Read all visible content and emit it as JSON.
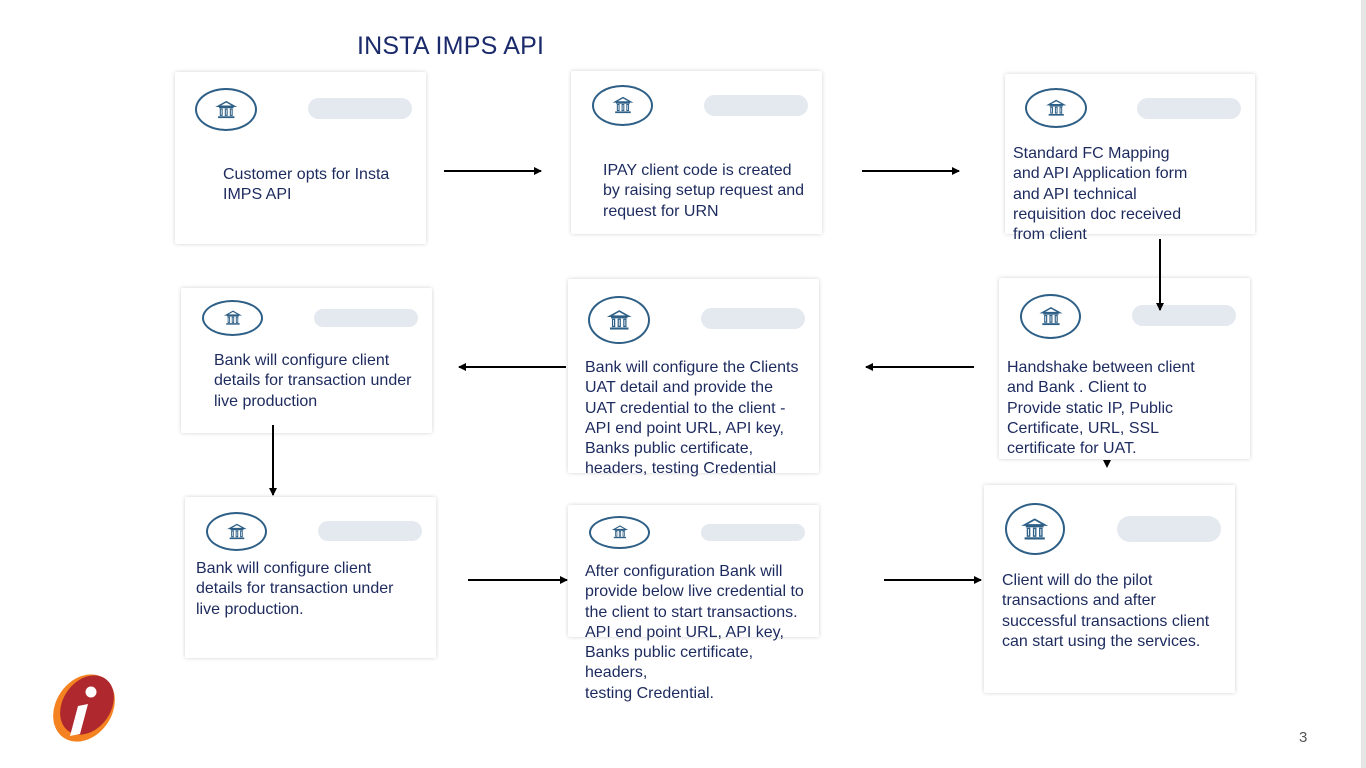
{
  "slide": {
    "title": "INSTA IMPS API",
    "page_number": "3",
    "accent_color": "#1b2a6b",
    "icon_color": "#2e5f86"
  },
  "steps": [
    {
      "icon": "bank-icon",
      "text": "Customer opts for Insta\nIMPS API"
    },
    {
      "icon": "bank-icon",
      "text": "IPAY client code is created\nby raising setup request and\nrequest for URN"
    },
    {
      "icon": "bank-icon",
      "text": "Standard FC Mapping\nand API Application form\nand API technical\nrequisition doc received\nfrom client"
    },
    {
      "icon": "bank-icon",
      "text": "Handshake between client\nand Bank . Client to\nProvide static IP, Public\nCertificate, URL, SSL\ncertificate for UAT."
    },
    {
      "icon": "bank-icon",
      "text": "Bank will configure the Clients\nUAT detail and provide the\nUAT credential to the client -\nAPI end point URL, API key,\nBanks public certificate,\nheaders, testing Credential"
    },
    {
      "icon": "bank-icon",
      "text": "Bank will configure client\ndetails for transaction under\nlive production"
    },
    {
      "icon": "bank-icon",
      "text": "Bank will configure client\ndetails for transaction under\nlive production."
    },
    {
      "icon": "bank-icon",
      "text": "After configuration Bank will\nprovide below live credential to\nthe client to start transactions.\nAPI end point URL, API key,\nBanks public certificate, headers,\ntesting Credential."
    },
    {
      "icon": "bank-icon",
      "text": "Client will do the pilot\ntransactions and after\nsuccessful transactions client\ncan start using the services."
    }
  ],
  "logo": {
    "icon": "icici-logo"
  }
}
